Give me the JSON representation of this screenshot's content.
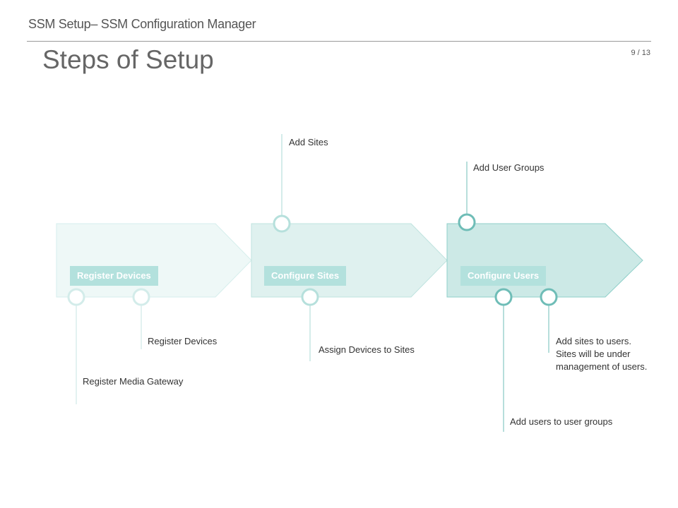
{
  "header": {
    "title": "SSM Setup– SSM Configuration Manager",
    "page": "9 / 13"
  },
  "slide": {
    "title": "Steps of Setup"
  },
  "steps": [
    {
      "label": "Register Devices",
      "color": "#b3e1dd"
    },
    {
      "label": "Configure Sites",
      "color": "#b3e1dd"
    },
    {
      "label": "Configure Users",
      "color": "#b3e1dd"
    }
  ],
  "annotations": {
    "add_sites": "Add Sites",
    "add_user_groups": "Add User Groups",
    "register_devices": "Register Devices",
    "register_media_gateway": "Register Media Gateway",
    "assign_devices": "Assign Devices to Sites",
    "add_users_to_groups": "Add users to user groups",
    "add_sites_to_users": [
      "Add sites to users.",
      "Sites will be under",
      "management of users."
    ]
  },
  "colors": {
    "arrow1_fill": "#eef8f7",
    "arrow2_fill": "#dff1ef",
    "arrow3_fill": "#cce9e6",
    "connector_light": "#c7e6e3",
    "connector_mid": "#a9dad6",
    "connector_dark": "#6fbdb7"
  }
}
